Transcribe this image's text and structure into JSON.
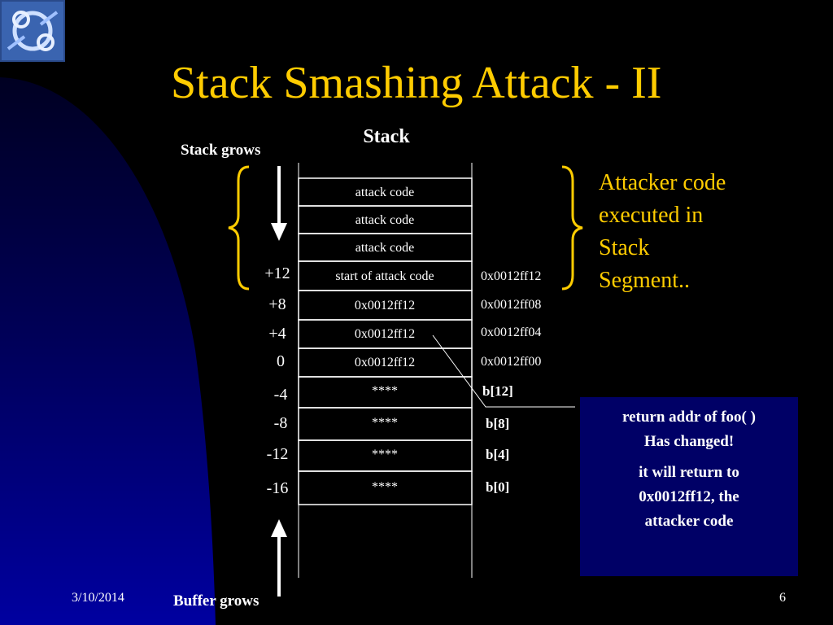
{
  "slide": {
    "title": "Stack Smashing Attack - II",
    "stack_label": "Stack",
    "stack_grows": "Stack grows",
    "buffer_grows": "Buffer grows",
    "date": "3/10/2014",
    "page_number": "6"
  },
  "stack_cells": [
    {
      "text": "attack code"
    },
    {
      "text": "attack code"
    },
    {
      "text": "attack code"
    },
    {
      "text": "start of attack code"
    },
    {
      "text": "0x0012ff12"
    },
    {
      "text": "0x0012ff12"
    },
    {
      "text": "0x0012ff12"
    },
    {
      "text": "****"
    },
    {
      "text": "****"
    },
    {
      "text": "****"
    },
    {
      "text": "****"
    }
  ],
  "offsets": [
    "+12",
    "+8",
    "+4",
    "0",
    "-4",
    "-8",
    "-12",
    "-16"
  ],
  "addresses": [
    "0x0012ff12",
    "0x0012ff08",
    "0x0012ff04",
    "0x0012ff00"
  ],
  "buffer_vars": [
    "b[12]",
    "b[8]",
    "b[4]",
    "b[0]"
  ],
  "attacker_note": {
    "line1": "Attacker code",
    "line2": "executed in",
    "line3": "Stack",
    "line4": "Segment.."
  },
  "info_box": {
    "line1": "return addr of foo( )",
    "line2": "Has changed!",
    "line3": "it will return to",
    "line4": "0x0012ff12, the",
    "line5": "attacker code"
  },
  "colors": {
    "title": "#ffcc00",
    "background": "#000000",
    "curve_gradient_top": "#000033",
    "curve_gradient_bottom": "#000099",
    "info_box": "#000066",
    "brace": "#ffcc00"
  }
}
